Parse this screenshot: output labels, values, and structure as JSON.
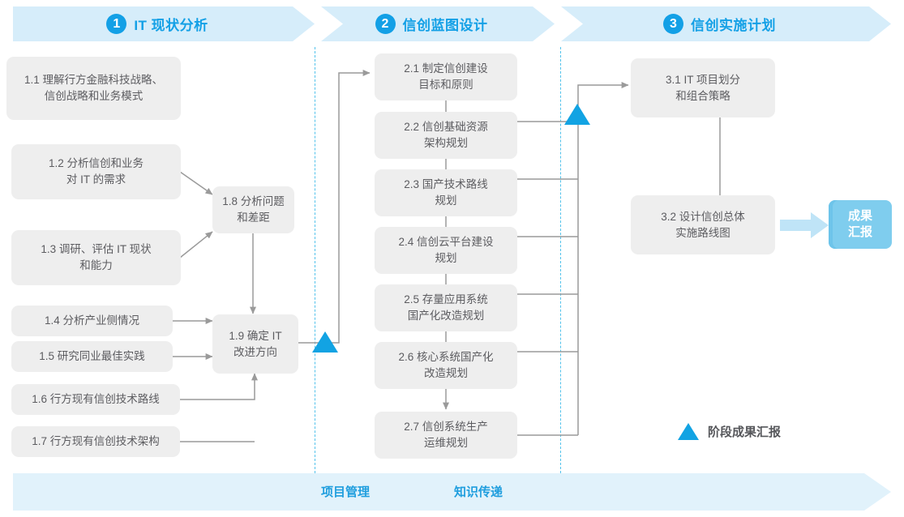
{
  "header": {
    "phases": [
      {
        "num": "1",
        "label": "IT 现状分析"
      },
      {
        "num": "2",
        "label": "信创蓝图设计"
      },
      {
        "num": "3",
        "label": "信创实施计划"
      }
    ]
  },
  "phase1_nodes": [
    {
      "id": "1.1",
      "text": "1.1 理解行方金融科技战略、\n信创战略和业务模式"
    },
    {
      "id": "1.2",
      "text": "1.2 分析信创和业务\n对 IT 的需求"
    },
    {
      "id": "1.3",
      "text": "1.3 调研、评估 IT 现状\n和能力"
    },
    {
      "id": "1.4",
      "text": "1.4 分析产业侧情况"
    },
    {
      "id": "1.5",
      "text": "1.5 研究同业最佳实践"
    },
    {
      "id": "1.6",
      "text": "1.6 行方现有信创技术路线"
    },
    {
      "id": "1.7",
      "text": "1.7 行方现有信创技术架构"
    },
    {
      "id": "1.8",
      "text": "1.8 分析问题\n和差距"
    },
    {
      "id": "1.9",
      "text": "1.9 确定 IT\n改进方向"
    }
  ],
  "phase2_nodes": [
    {
      "id": "2.1",
      "text": "2.1 制定信创建设\n目标和原则"
    },
    {
      "id": "2.2",
      "text": "2.2 信创基础资源\n架构规划"
    },
    {
      "id": "2.3",
      "text": "2.3 国产技术路线\n规划"
    },
    {
      "id": "2.4",
      "text": "2.4 信创云平台建设\n规划"
    },
    {
      "id": "2.5",
      "text": "2.5 存量应用系统\n国产化改造规划"
    },
    {
      "id": "2.6",
      "text": "2.6 核心系统国产化\n改造规划"
    },
    {
      "id": "2.7",
      "text": "2.7 信创系统生产\n运维规划"
    }
  ],
  "phase3_nodes": [
    {
      "id": "3.1",
      "text": "3.1 IT 项目划分\n和组合策略"
    },
    {
      "id": "3.2",
      "text": "3.2 设计信创总体\n实施路线图"
    }
  ],
  "result_chip": {
    "text": "成果\n汇报"
  },
  "legend": {
    "label": "阶段成果汇报",
    "marker": "triangle-up-icon"
  },
  "bottom_track": {
    "labels": [
      "项目管理",
      "知识传递"
    ]
  },
  "colors": {
    "accent_blue": "#13a0e6",
    "banner_blue": "#d6edfa",
    "node_grey": "#eeeeee",
    "node_text": "#5c5c60",
    "chip_blue": "#7fcdee",
    "track_blue": "#e1f2fb",
    "wire_grey": "#9a9a9a",
    "dash_blue": "#35b8e8"
  }
}
